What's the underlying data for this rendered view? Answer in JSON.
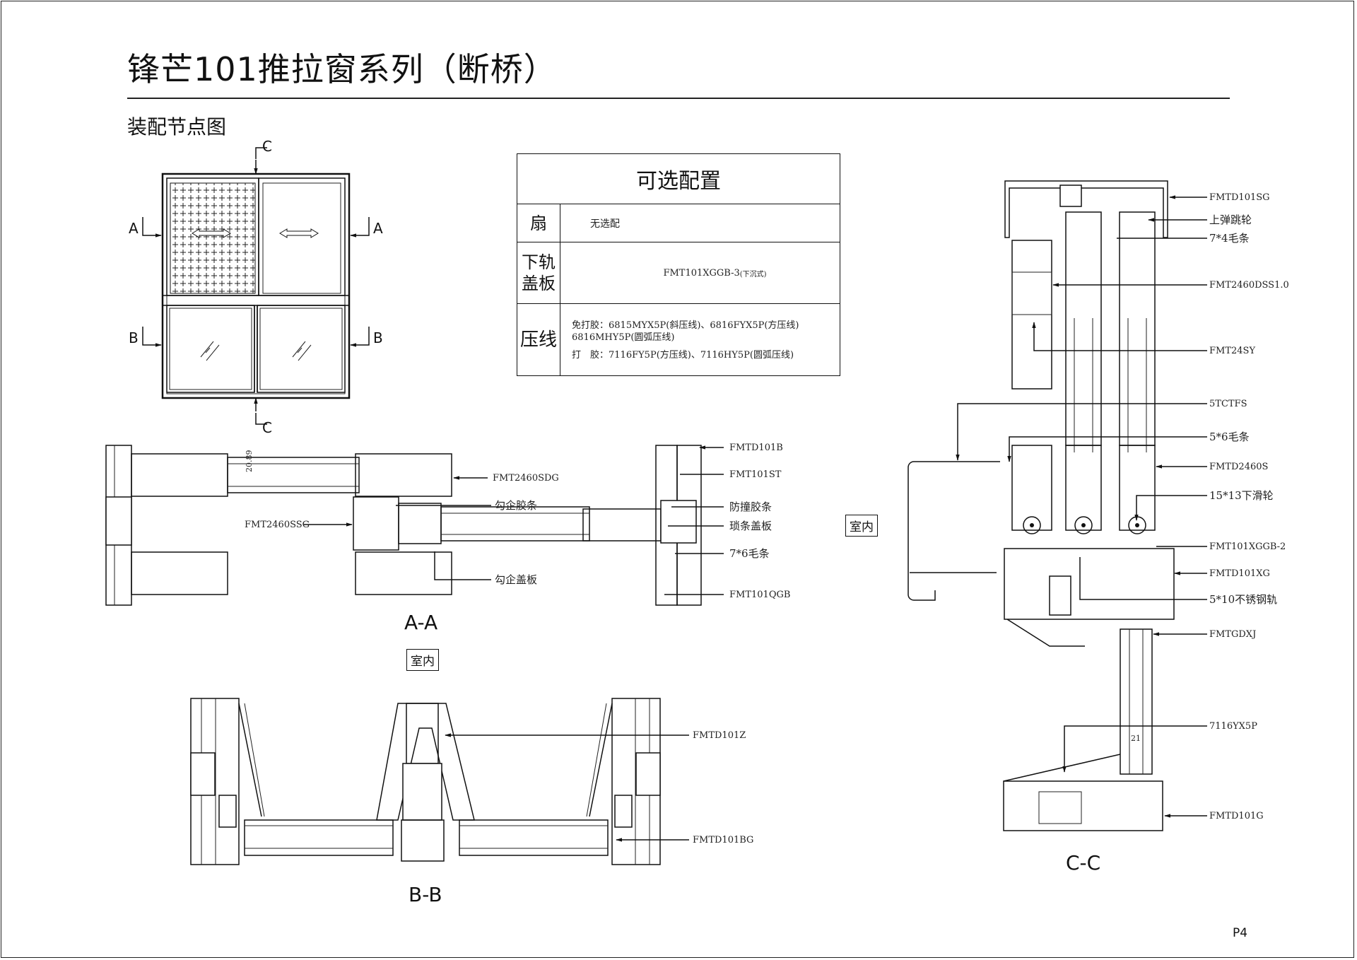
{
  "page": {
    "title": "锋芒101推拉窗系列（断桥）",
    "subtitle": "装配节点图",
    "page_number": "P4"
  },
  "elevation": {
    "section_marks": [
      "A",
      "A",
      "B",
      "B",
      "C",
      "C"
    ]
  },
  "options_table": {
    "header": "可选配置",
    "rows": [
      {
        "key": "扇",
        "lines": [
          "无选配"
        ]
      },
      {
        "key": "下轨盖板",
        "lines": [
          "FMT101XGGB-3",
          "(下沉式)"
        ]
      },
      {
        "key": "压线",
        "lines": [
          "免打胶：6815MYX5P(斜压线)、6816FYX5P(方压线)",
          "6816MHY5P(圆弧压线)",
          "打　胶：7116FY5P(方压线)、7116HY5P(圆弧压线)"
        ]
      }
    ]
  },
  "section_aa": {
    "caption": "A-A",
    "dimension": "20.89",
    "labels": [
      "FMT2460SDG",
      "勾企胶条",
      "FMT2460SSG",
      "勾企盖板",
      "FMTD101B",
      "FMT101ST",
      "防撞胶条",
      "琐条盖板",
      "7*6毛条",
      "FMT101QGB"
    ]
  },
  "section_bb": {
    "caption": "B-B",
    "indoor": "室内",
    "labels": [
      "FMTD101Z",
      "FMTD101BG"
    ]
  },
  "section_cc": {
    "caption": "C-C",
    "indoor": "室内",
    "dimension": "21",
    "labels": [
      "FMTD101SG",
      "上弹跳轮",
      "7*4毛条",
      "FMT2460DSS1.0",
      "FMT24SY",
      "5TCTFS",
      "5*6毛条",
      "FMTD2460S",
      "15*13下滑轮",
      "FMT101XGGB-2",
      "FMTD101XG",
      "5*10不锈钢轨",
      "FMTGDXJ",
      "7116YX5P",
      "FMTD101G"
    ]
  }
}
